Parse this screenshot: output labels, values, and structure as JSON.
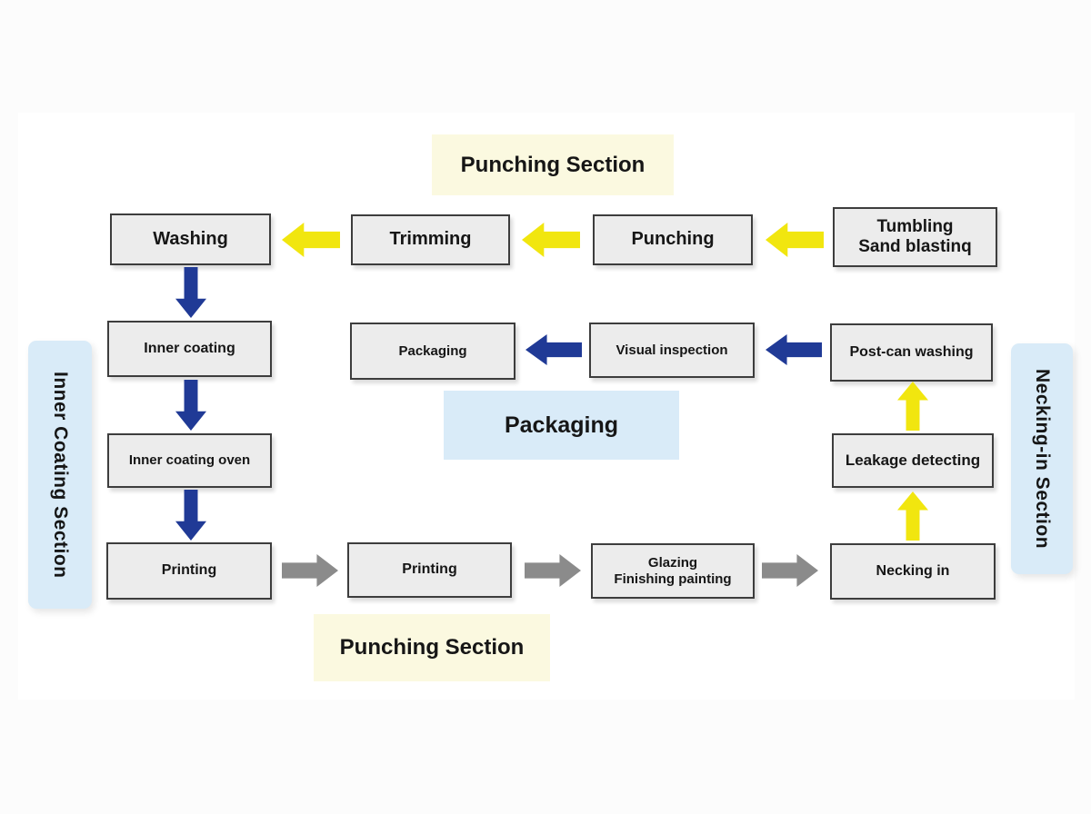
{
  "diagram": {
    "title_context": "Can manufacturing process flowchart",
    "section_labels": {
      "top_punching": "Punching Section",
      "packaging": "Packaging",
      "bottom_punching": "Punching Section",
      "inner_coating_section": "Inner Coating Section",
      "necking_in_section": "Necking-in Section"
    },
    "boxes": {
      "washing": {
        "label": "Washing"
      },
      "trimming": {
        "label": "Trimming"
      },
      "punching": {
        "label": "Punching"
      },
      "tumbling_sand_blasting": {
        "label": "Tumbling\nSand blastinq"
      },
      "inner_coating": {
        "label": "Inner coating"
      },
      "packaging": {
        "label": "Packaging"
      },
      "visual_inspection": {
        "label": "Visual inspection"
      },
      "post_can_washing": {
        "label": "Post-can washing"
      },
      "inner_coating_oven": {
        "label": "Inner coating oven"
      },
      "leakage_detecting": {
        "label": "Leakage detecting"
      },
      "printing_1": {
        "label": "Printing"
      },
      "printing_2": {
        "label": "Printing"
      },
      "glazing_finishing_painting": {
        "label": "Glazing\nFinishing painting"
      },
      "necking_in": {
        "label": "Necking in"
      }
    },
    "arrows": [
      {
        "from": "tumbling_sand_blasting",
        "to": "punching",
        "direction": "left",
        "color": "yellow"
      },
      {
        "from": "punching",
        "to": "trimming",
        "direction": "left",
        "color": "yellow"
      },
      {
        "from": "trimming",
        "to": "washing",
        "direction": "left",
        "color": "yellow"
      },
      {
        "from": "washing",
        "to": "inner_coating",
        "direction": "down",
        "color": "blue"
      },
      {
        "from": "inner_coating",
        "to": "inner_coating_oven",
        "direction": "down",
        "color": "blue"
      },
      {
        "from": "inner_coating_oven",
        "to": "printing_1",
        "direction": "down",
        "color": "blue"
      },
      {
        "from": "post_can_washing",
        "to": "visual_inspection",
        "direction": "left",
        "color": "blue"
      },
      {
        "from": "visual_inspection",
        "to": "packaging",
        "direction": "left",
        "color": "blue"
      },
      {
        "from": "printing_1",
        "to": "printing_2",
        "direction": "right",
        "color": "gray"
      },
      {
        "from": "printing_2",
        "to": "glazing_finishing_painting",
        "direction": "right",
        "color": "gray"
      },
      {
        "from": "glazing_finishing_painting",
        "to": "necking_in",
        "direction": "right",
        "color": "gray"
      },
      {
        "from": "necking_in",
        "to": "leakage_detecting",
        "direction": "up",
        "color": "yellow"
      },
      {
        "from": "leakage_detecting",
        "to": "post_can_washing",
        "direction": "up",
        "color": "yellow"
      }
    ],
    "colors": {
      "yellow_arrow": "#f1e60f",
      "blue_arrow": "#203a96",
      "gray_arrow": "#8b8b8b",
      "box_fill": "#ececec",
      "box_border": "#3d3d3d",
      "yellow_label_bg": "#fbf9e0",
      "blue_label_bg": "#d9ebf8",
      "text": "#161616"
    }
  }
}
